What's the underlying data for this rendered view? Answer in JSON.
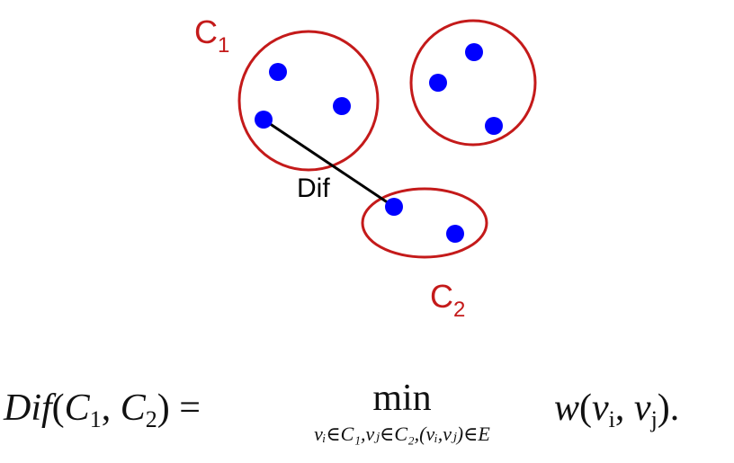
{
  "diagram": {
    "cluster_color": "#c41a1a",
    "node_color": "#0000ff",
    "edge_color": "#000000",
    "labels": {
      "c1_main": "C",
      "c1_sub": "1",
      "c2_main": "C",
      "c2_sub": "2",
      "edge": "Dif"
    }
  },
  "formula": {
    "lhs_name": "Dif",
    "lhs_open": "(",
    "lhs_arg1": "C",
    "lhs_arg1_sub": "1",
    "lhs_sep": ", ",
    "lhs_arg2": "C",
    "lhs_arg2_sub": "2",
    "lhs_close": ") =",
    "operator": "min",
    "operator_sub": "vᵢ∈C₁,vⱼ∈C₂,(vᵢ,vⱼ)∈E",
    "rhs_fn": "w",
    "rhs_open": "(",
    "rhs_arg1": "v",
    "rhs_arg1_sub": "i",
    "rhs_sep": ", ",
    "rhs_arg2": "v",
    "rhs_arg2_sub": "j",
    "rhs_close": ")."
  }
}
